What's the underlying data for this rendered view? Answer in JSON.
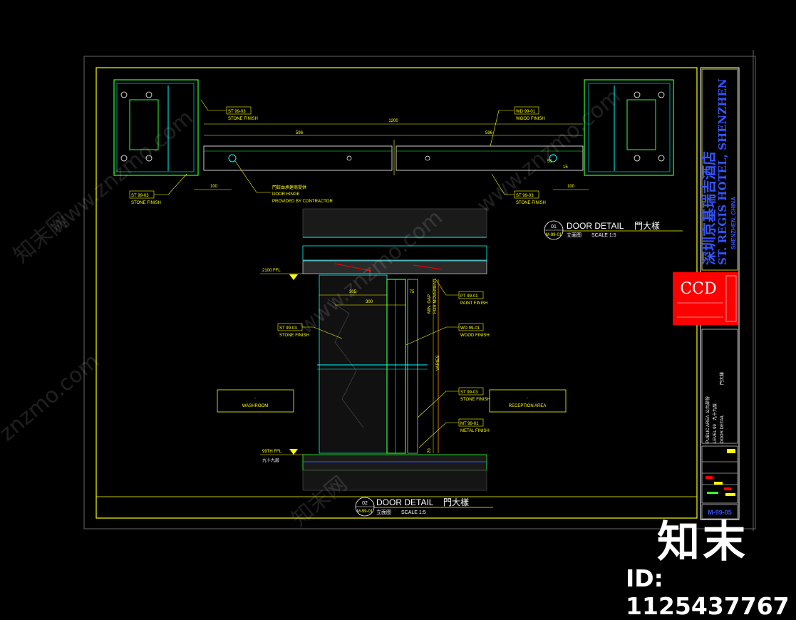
{
  "sheet": {
    "hotel_cn": "深圳京基瑞吉酒店",
    "hotel_en": "ST. REGIS HOTEL, SHENZHEN",
    "location": "SHENZHEN, CHINA",
    "company": "CCD",
    "area_en": "PUBLIC AREA",
    "area_cn": "公共部份",
    "level_en": "LEVEL 99",
    "level_cn": "九十九层",
    "drawing_en": "DOOR DETAIL",
    "drawing_cn": "門大樣",
    "sheet_no": "M-99-05"
  },
  "detail1": {
    "number": "01",
    "ref": "M-99-01",
    "title_en": "DOOR DETAIL",
    "title_cn": "門大樣",
    "subtitle": "立面图",
    "scale": "SCALE  1:5",
    "dim_total": "1200",
    "dim_left": "596",
    "dim_right": "596",
    "dim_left_small": "100",
    "dim_right_small": "100",
    "dim_a": "50",
    "dim_b": "15",
    "tags": {
      "st_top": "ST 99-03",
      "st_top_sub": "STONE FINISH",
      "wd_top": "WD 99-01",
      "wd_top_sub": "WOOD FINISH",
      "st_bl": "ST 99-03",
      "st_bl_sub": "STONE FINISH",
      "st_br": "ST 99-03",
      "st_br_sub": "STONE FINISH"
    },
    "hinge_cn": "門鉸由承建商提供",
    "hinge_l1": "DOOR HINGE",
    "hinge_l2": "PROVIDED BY CONTRACTOR"
  },
  "detail2": {
    "number": "02",
    "ref": "M-99-01",
    "title_en": "DOOR DETAIL",
    "title_cn": "門大樣",
    "subtitle": "立面图",
    "scale": "SCALE  1:5",
    "level_top": "2100 FFL",
    "level_bottom": "99TH FFL",
    "level_bottom_cn": "九十九层",
    "dim_305": "305",
    "dim_300": "300",
    "dim_75": "75",
    "min_gap_1": "MIN. GAP",
    "min_gap_2": "FOR MOVEMENT",
    "dim_vert": "VARIES",
    "dim_bottom": "20",
    "room_left_tag": "-",
    "room_left": "WASHROOM",
    "room_right_tag": "-",
    "room_right": "RECEPTION AREA",
    "tags": {
      "st_left": "ST 99-03",
      "st_left_sub": "STONE FINISH",
      "pt": "PT 99-01",
      "pt_sub": "PAINT FINISH",
      "wd": "WD 99-01",
      "wd_sub": "WOOD FINISH",
      "st_right": "ST 99-03",
      "st_right_sub": "STONE FINISH",
      "mt": "MT 99-01",
      "mt_sub": "METAL FINISH"
    }
  },
  "watermark": {
    "logo_cn": "知末",
    "id_text": "ID: 1125437767",
    "site": "www.znzmo.com",
    "site_short": "znzmo.com",
    "brand_cn": "知末网"
  },
  "colors": {
    "background": "#000000",
    "frame": "#ffff00",
    "green": "#33ff33",
    "cyan": "#00ffff",
    "red": "#ff0000",
    "blue": "#3355ff",
    "white": "#ffffff"
  }
}
